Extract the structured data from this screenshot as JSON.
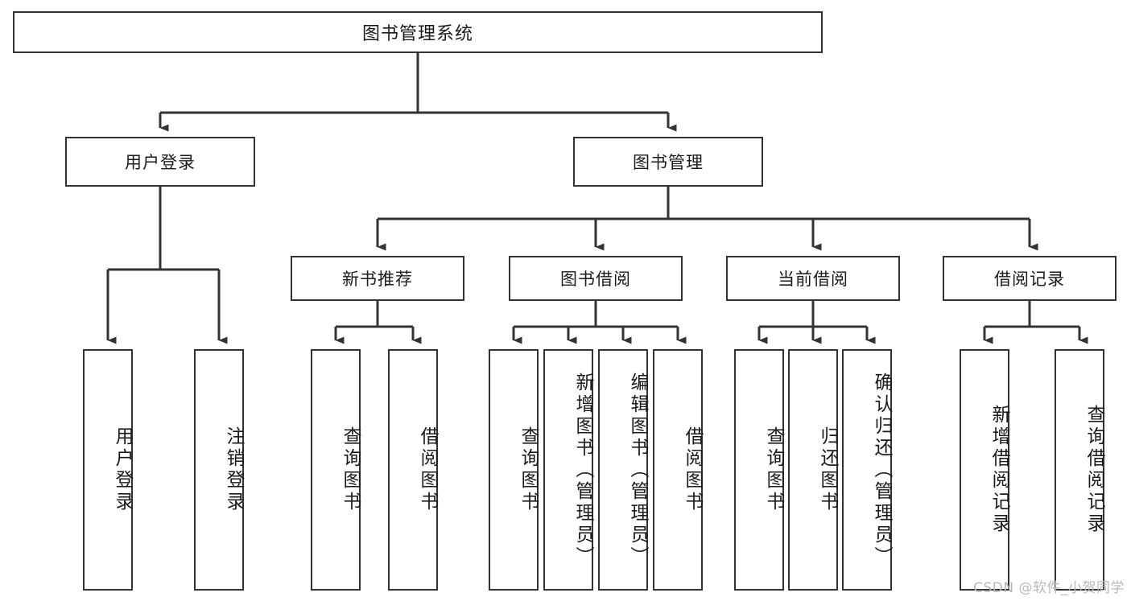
{
  "diagram": {
    "title": "图书管理系统",
    "type": "functional-structure-tree",
    "root": {
      "id": "root",
      "label": "图书管理系统"
    },
    "level2": [
      {
        "id": "user-login",
        "label": "用户登录"
      },
      {
        "id": "book-manage",
        "label": "图书管理"
      }
    ],
    "level3": [
      {
        "id": "new-book-rec",
        "label": "新书推荐",
        "parent": "book-manage"
      },
      {
        "id": "book-borrow",
        "label": "图书借阅",
        "parent": "book-manage"
      },
      {
        "id": "current-borrow",
        "label": "当前借阅",
        "parent": "book-manage"
      },
      {
        "id": "borrow-record",
        "label": "借阅记录",
        "parent": "book-manage"
      }
    ],
    "leaves": [
      {
        "id": "leaf-user-login",
        "label": "用户登录",
        "parent": "user-login"
      },
      {
        "id": "leaf-user-logout",
        "label": "注销登录",
        "parent": "user-login"
      },
      {
        "id": "leaf-rec-query",
        "label": "查询图书",
        "parent": "new-book-rec"
      },
      {
        "id": "leaf-rec-borrow",
        "label": "借阅图书",
        "parent": "new-book-rec"
      },
      {
        "id": "leaf-borrow-query",
        "label": "查询图书",
        "parent": "book-borrow"
      },
      {
        "id": "leaf-borrow-add",
        "label": "新增图书（管理员）",
        "parent": "book-borrow"
      },
      {
        "id": "leaf-borrow-edit",
        "label": "编辑图书（管理员）",
        "parent": "book-borrow"
      },
      {
        "id": "leaf-borrow-do",
        "label": "借阅图书",
        "parent": "book-borrow"
      },
      {
        "id": "leaf-cur-query",
        "label": "查询图书",
        "parent": "current-borrow"
      },
      {
        "id": "leaf-cur-return",
        "label": "归还图书",
        "parent": "current-borrow"
      },
      {
        "id": "leaf-cur-confirm",
        "label": "确认归还（管理员）",
        "parent": "current-borrow"
      },
      {
        "id": "leaf-rec-add",
        "label": "新增借阅记录",
        "parent": "borrow-record"
      },
      {
        "id": "leaf-rec-query2",
        "label": "查询借阅记录",
        "parent": "borrow-record"
      }
    ],
    "watermark": "CSDN @软件_小贺同学",
    "colors": {
      "border": "#333333",
      "background": "#ffffff",
      "text": "#1a1a1a",
      "watermark": "#b9b9b9"
    }
  }
}
